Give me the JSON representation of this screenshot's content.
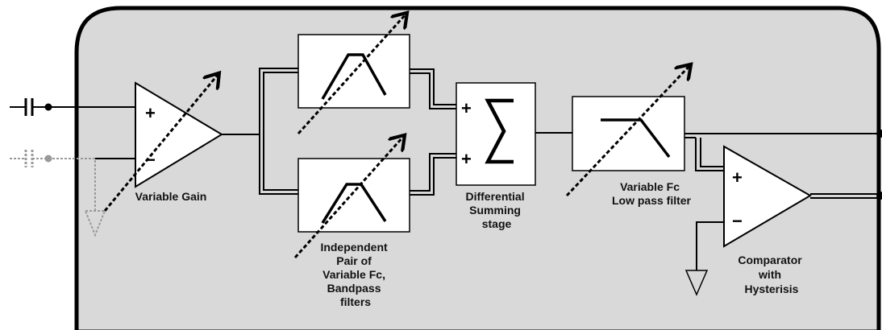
{
  "colors": {
    "panel_fill": "#d9d9d9",
    "panel_stroke": "#000000",
    "block_fill": "#ffffff",
    "wire": "#000000",
    "inactive_wire": "#9a9a9a",
    "arrow_dash": "#000000"
  },
  "icons": {
    "capacitor": "capacitor-icon",
    "ground": "ground-icon",
    "amplifier": "op-amp-triangle",
    "sum": "sigma-icon",
    "variable": "dashed-arrow-icon"
  },
  "labels": {
    "variable_gain": [
      "Variable Gain"
    ],
    "bandpass": [
      "Independent",
      "Pair of",
      "Variable Fc,",
      "Bandpass",
      "filters"
    ],
    "summing": [
      "Differential",
      "Summing",
      "stage"
    ],
    "lowpass": [
      "Variable Fc",
      "Low pass filter"
    ],
    "comparator": [
      "Comparator",
      "with",
      "Hysterisis"
    ]
  },
  "signs": {
    "plus": "+",
    "minus": "−",
    "sigma": "∑"
  }
}
